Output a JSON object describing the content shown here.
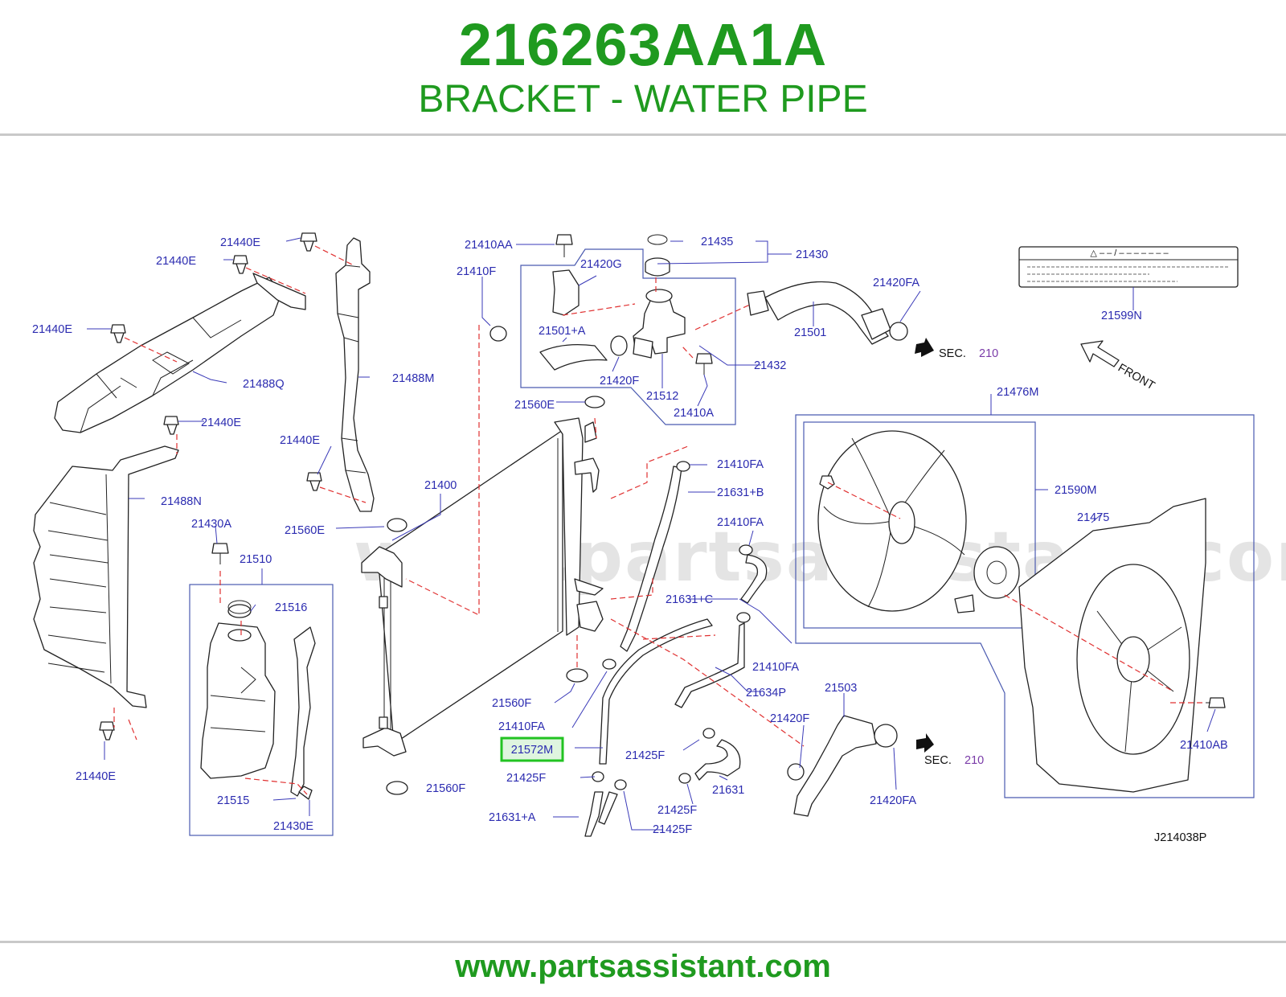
{
  "header": {
    "part_number": "216263AA1A",
    "description": "BRACKET - WATER PIPE"
  },
  "footer": {
    "url": "www.partsassistant.com"
  },
  "diagram": {
    "watermark": "www.partsassistant.com",
    "drawing_code": "J214038P",
    "highlighted_part": "21572M",
    "front_label": "FRONT",
    "sec_prefix": "SEC.",
    "sec_number": "210",
    "label_warning": "△ – – / – – – – – – –",
    "callouts": {
      "c21440E_a": "21440E",
      "c21440E_b": "21440E",
      "c21440E_c": "21440E",
      "c21440E_d": "21440E",
      "c21440E_e": "21440E",
      "c21440E_f": "21440E",
      "c21488Q": "21488Q",
      "c21488M": "21488M",
      "c21488N": "21488N",
      "c21430A": "21430A",
      "c21510": "21510",
      "c21516": "21516",
      "c21515": "21515",
      "c21430E": "21430E",
      "c21560E_a": "21560E",
      "c21560E_b": "21560E",
      "c21400": "21400",
      "c21410AA": "21410AA",
      "c21410F": "21410F",
      "c21420G": "21420G",
      "c21501A": "21501+A",
      "c21420F_a": "21420F",
      "c21512": "21512",
      "c21410A": "21410A",
      "c21432": "21432",
      "c21435": "21435",
      "c21430": "21430",
      "c21501": "21501",
      "c21420FA_a": "21420FA",
      "c21599N": "21599N",
      "c21476M": "21476M",
      "c21590M": "21590M",
      "c21475": "21475",
      "c21410AB": "21410AB",
      "c21410FA_a": "21410FA",
      "c21631B": "21631+B",
      "c21410FA_b": "21410FA",
      "c21631C": "21631+C",
      "c21410FA_c": "21410FA",
      "c21634P": "21634P",
      "c21560F_a": "21560F",
      "c21560F_b": "21560F",
      "c21410FA_d": "21410FA",
      "c21572M": "21572M",
      "c21425F_a": "21425F",
      "c21425F_b": "21425F",
      "c21425F_c": "21425F",
      "c21425F_d": "21425F",
      "c21631A": "21631+A",
      "c21631": "21631",
      "c21503": "21503",
      "c21420F_b": "21420F",
      "c21420FA_b": "21420FA"
    }
  },
  "colors": {
    "brand_green": "#1f9a1f",
    "label_blue": "#2b2bb0",
    "dash_red": "#e03030",
    "highlight_green": "#22c322",
    "highlight_fill": "#dff5df"
  }
}
